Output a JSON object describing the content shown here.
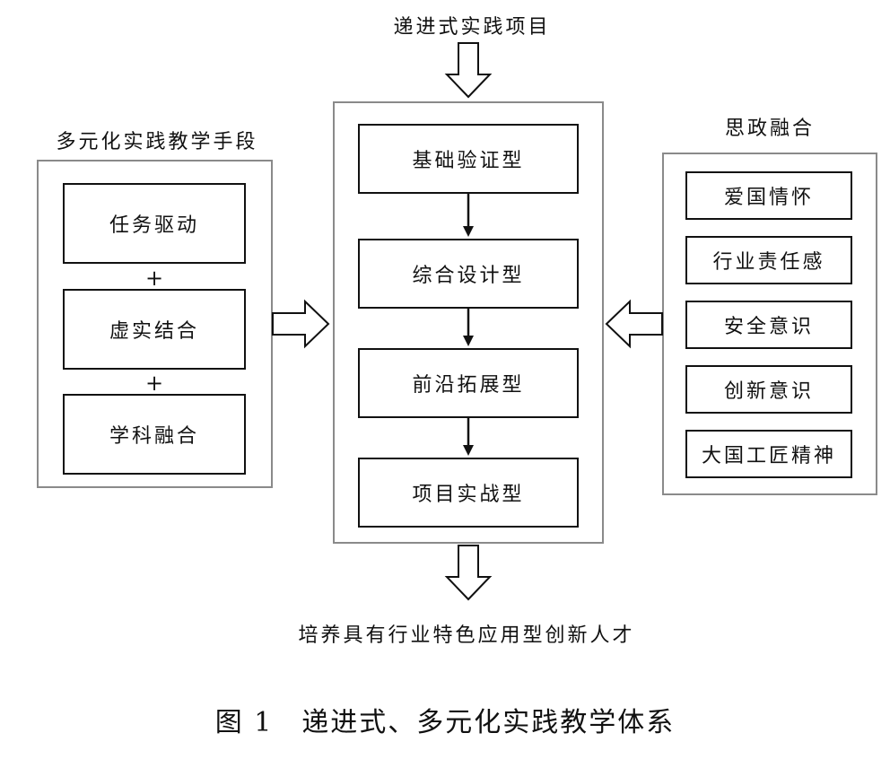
{
  "top_label": "递进式实践项目",
  "bottom_label": "培养具有行业特色应用型创新人才",
  "left_group": {
    "title": "多元化实践教学手段",
    "items": [
      "任务驱动",
      "虚实结合",
      "学科融合"
    ],
    "joiner": "+"
  },
  "center_group": {
    "items": [
      "基础验证型",
      "综合设计型",
      "前沿拓展型",
      "项目实战型"
    ]
  },
  "right_group": {
    "title": "思政融合",
    "items": [
      "爱国情怀",
      "行业责任感",
      "安全意识",
      "创新意识",
      "大国工匠精神"
    ]
  },
  "caption": "图 1　递进式、多元化实践教学体系"
}
